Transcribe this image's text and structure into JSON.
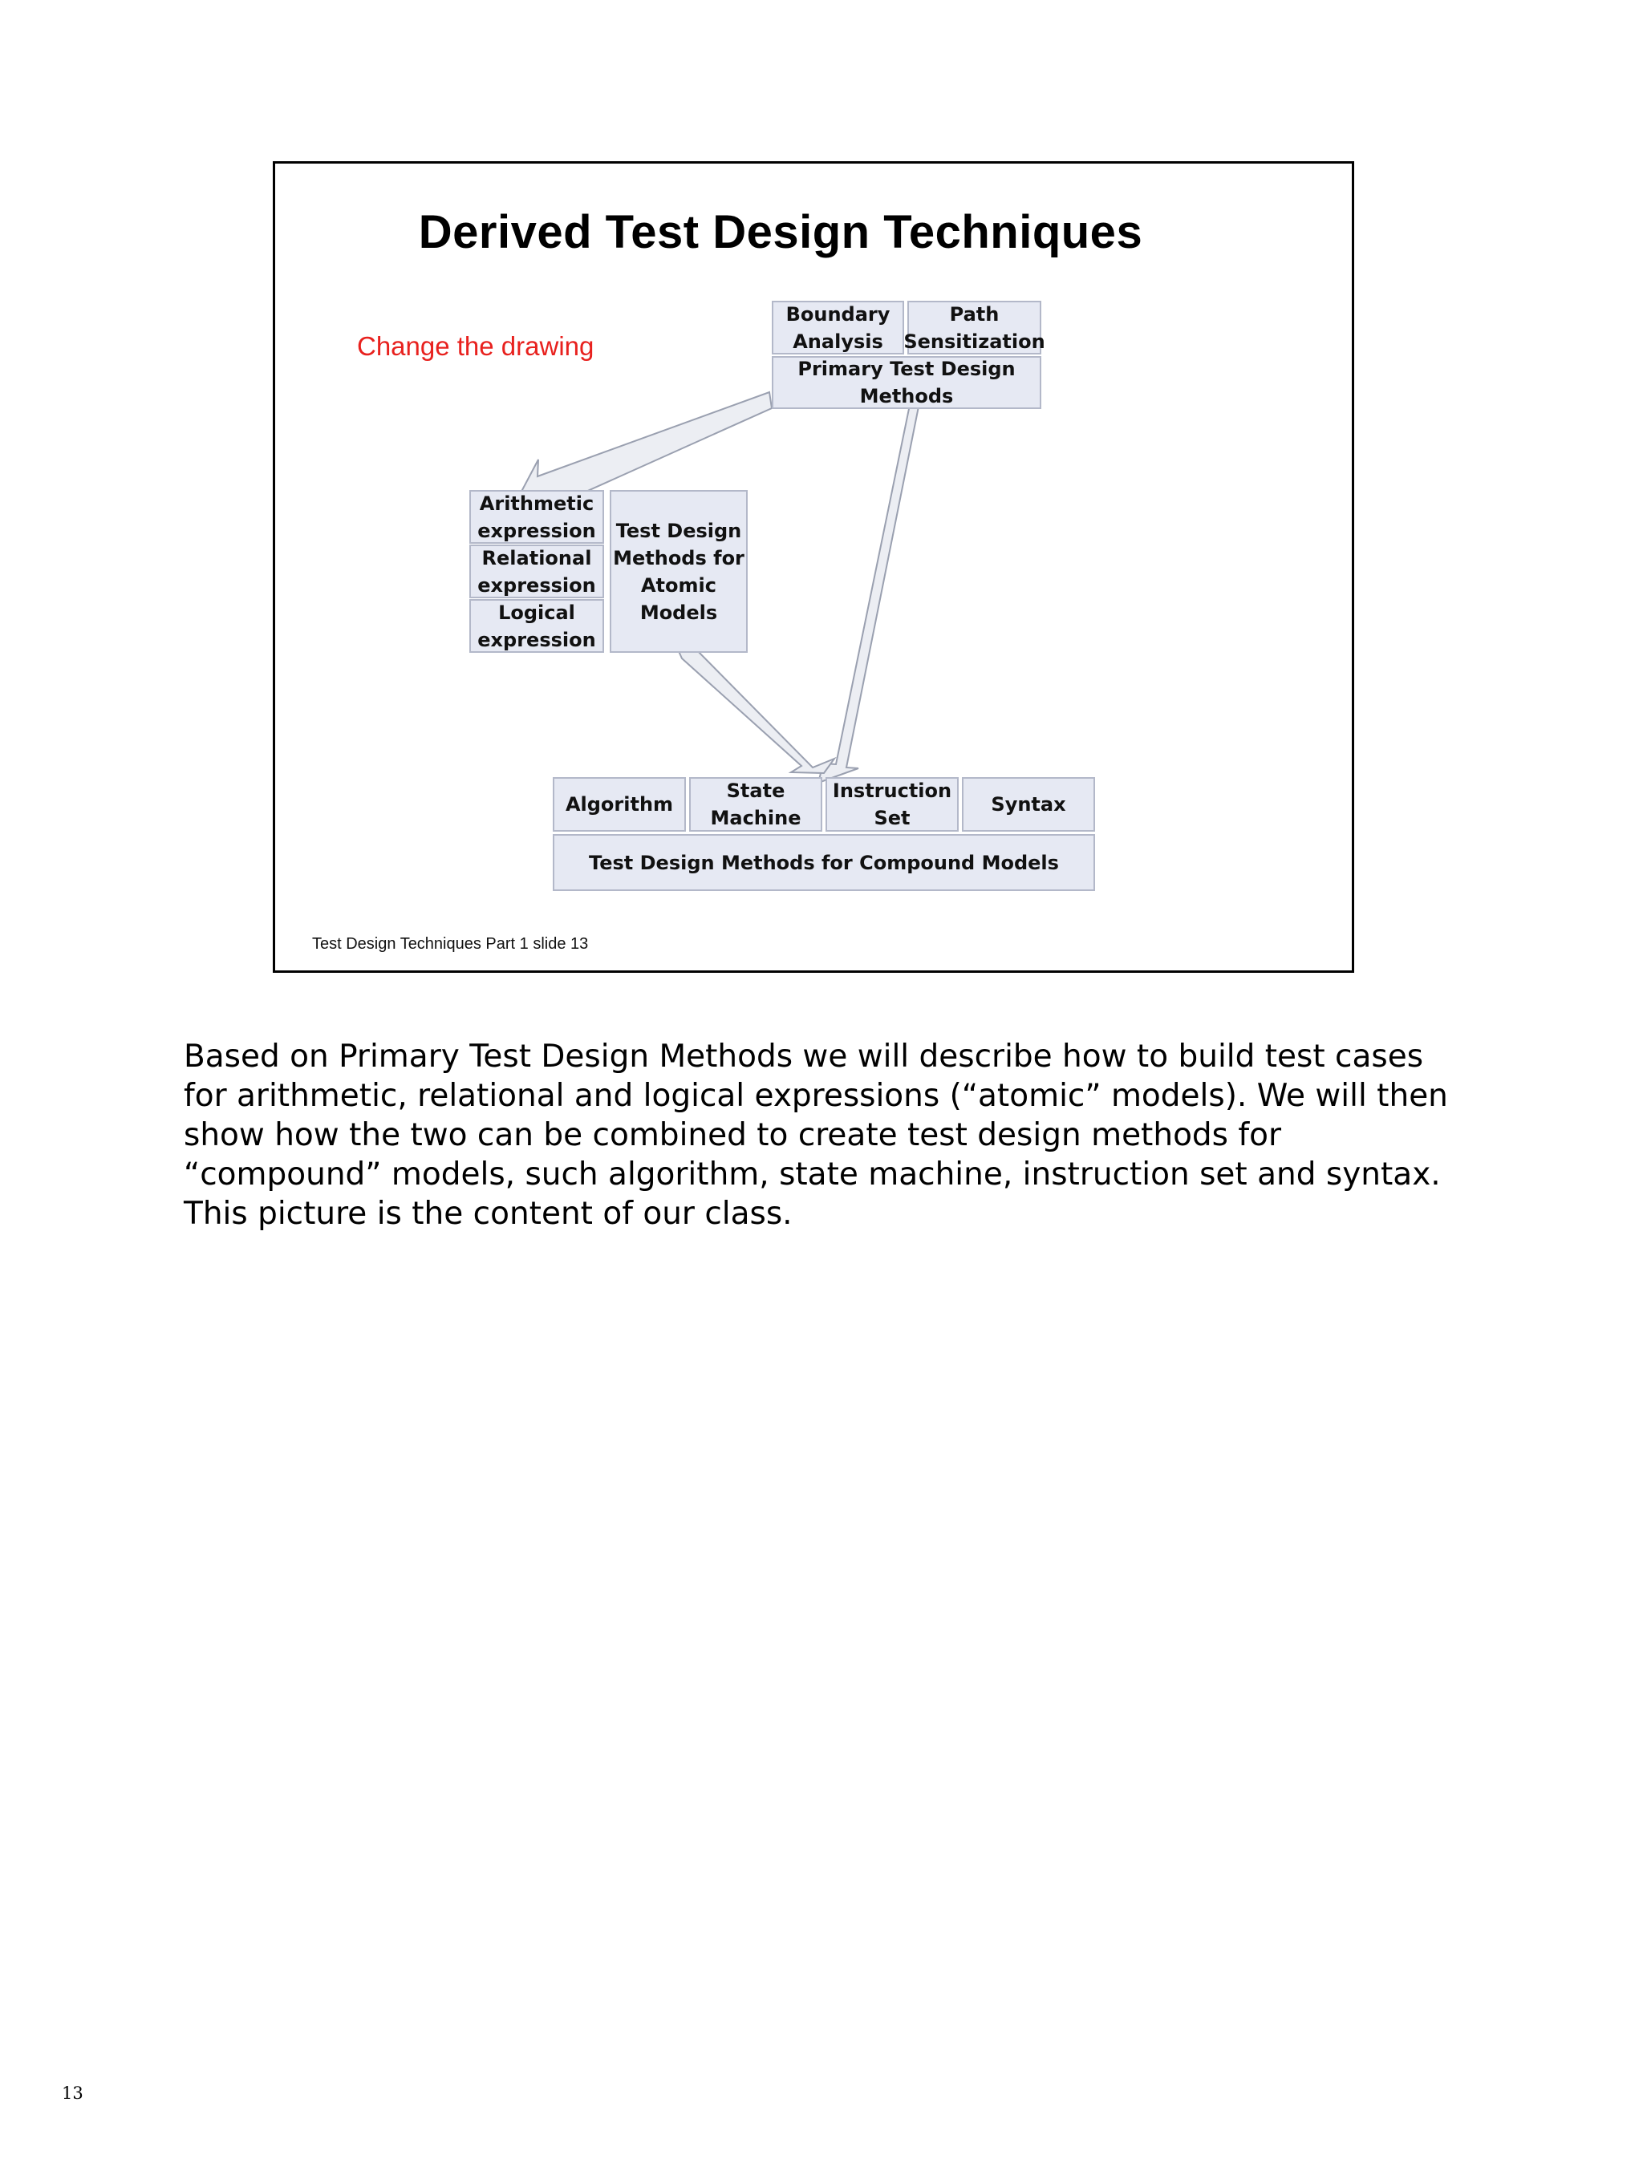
{
  "slide": {
    "title": "Derived Test Design Techniques",
    "note": "Change the drawing",
    "footer": "Test Design Techniques Part 1 slide 13"
  },
  "diagram": {
    "primary": {
      "boundary": "Boundary\nAnalysis",
      "path": "Path\nSensitization",
      "label": "Primary Test Design\nMethods"
    },
    "atomic": {
      "arithmetic": "Arithmetic\nexpression",
      "relational": "Relational\nexpression",
      "logical": "Logical\nexpression",
      "label": "Test Design\nMethods for\nAtomic\nModels"
    },
    "compound": {
      "algorithm": "Algorithm",
      "state_machine": "State\nMachine",
      "instruction_set": "Instruction\nSet",
      "syntax": "Syntax",
      "label": "Test Design Methods for Compound Models"
    }
  },
  "body_text": "Based on Primary Test Design Methods we will describe how to build test cases for arithmetic, relational and logical expressions (“atomic” models). We will then show how the two can be combined to create test design methods for “compound” models, such algorithm, state machine, instruction set and syntax. This picture is the content of our class.",
  "page_number": "13",
  "colors": {
    "box_fill": "#e6e9f3",
    "box_border": "#b3b8c9",
    "note_color": "#e8211e",
    "arrow_fill": "#eceef3",
    "arrow_stroke": "#9aa0b0"
  }
}
